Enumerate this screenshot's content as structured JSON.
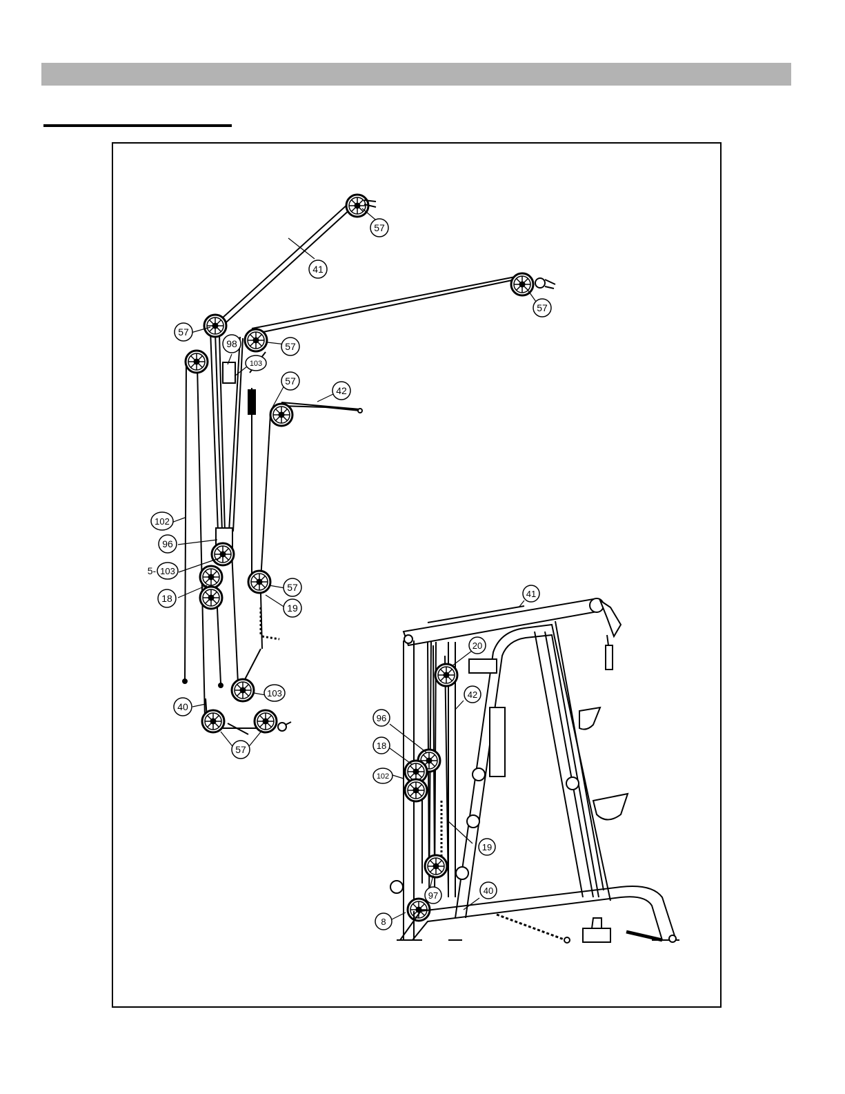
{
  "callouts": {
    "c57_a": "57",
    "c41_a": "41",
    "c57_b": "57",
    "c57_c": "57",
    "c98": "98",
    "c103_a": "103",
    "c57_d": "57",
    "c57_e": "57",
    "c42_a": "42",
    "c102_a": "102",
    "c96_a": "96",
    "c103_b": "103",
    "c103_b_prefix": "5-",
    "c57_f": "57",
    "c18_a": "18",
    "c19_a": "19",
    "c103_c": "103",
    "c40_a": "40",
    "c57_g": "57",
    "c41_b": "41",
    "c20": "20",
    "c42_b": "42",
    "c96_b": "96",
    "c18_b": "18",
    "c102_b": "102",
    "c19_b": "19",
    "c97": "97",
    "c40_b": "40",
    "c8": "8"
  }
}
